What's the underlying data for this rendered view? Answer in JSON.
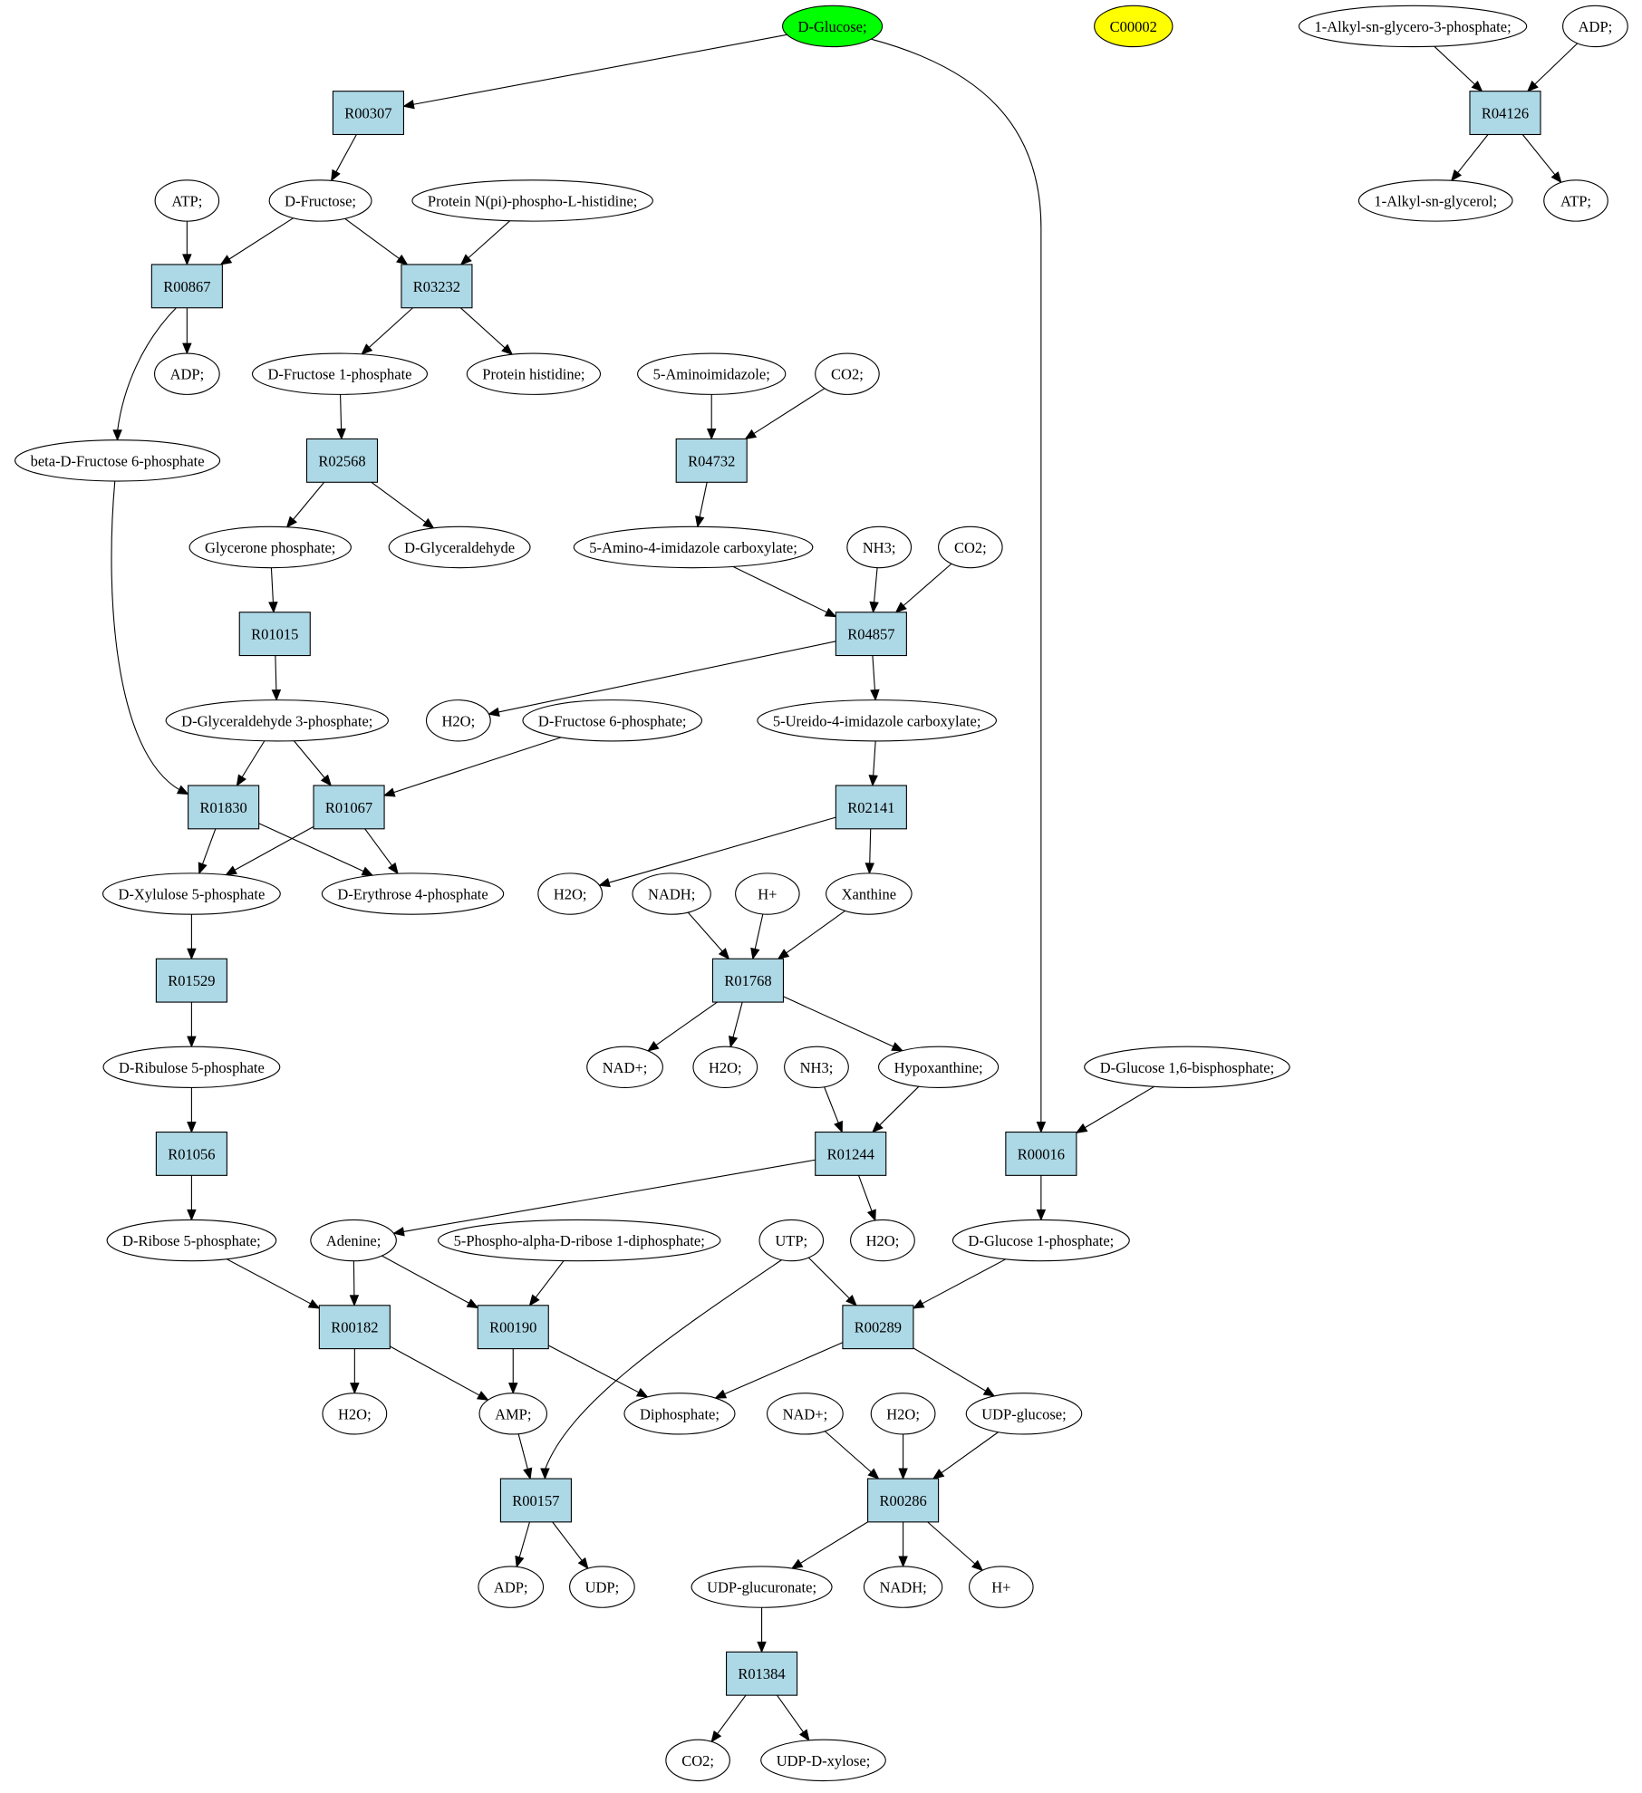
{
  "colors": {
    "background": "#ffffff",
    "compound_fill": "#ffffff",
    "source_fill": "#00ff00",
    "highlight_fill": "#ffff00",
    "reaction_fill": "#add8e6",
    "stroke": "#000000"
  },
  "nodes": [
    {
      "id": "glc",
      "label": "D-Glucose;",
      "kind": "compound",
      "fill": "#00ff00"
    },
    {
      "id": "c00002",
      "label": "C00002",
      "kind": "compound",
      "fill": "#ffff00"
    },
    {
      "id": "alkylg3p",
      "label": "1-Alkyl-sn-glycero-3-phosphate;",
      "kind": "compound"
    },
    {
      "id": "adp_t",
      "label": "ADP;",
      "kind": "compound"
    },
    {
      "id": "R04126",
      "label": "R04126",
      "kind": "reaction"
    },
    {
      "id": "alkylgly",
      "label": "1-Alkyl-sn-glycerol;",
      "kind": "compound"
    },
    {
      "id": "atp_t",
      "label": "ATP;",
      "kind": "compound"
    },
    {
      "id": "R00307",
      "label": "R00307",
      "kind": "reaction"
    },
    {
      "id": "atp1",
      "label": "ATP;",
      "kind": "compound"
    },
    {
      "id": "fru",
      "label": "D-Fructose;",
      "kind": "compound"
    },
    {
      "id": "phis",
      "label": "Protein N(pi)-phospho-L-histidine;",
      "kind": "compound"
    },
    {
      "id": "R00867",
      "label": "R00867",
      "kind": "reaction"
    },
    {
      "id": "R03232",
      "label": "R03232",
      "kind": "reaction"
    },
    {
      "id": "adp1",
      "label": "ADP;",
      "kind": "compound"
    },
    {
      "id": "f1p",
      "label": "D-Fructose 1-phosphate",
      "kind": "compound"
    },
    {
      "id": "prothis",
      "label": "Protein histidine;",
      "kind": "compound"
    },
    {
      "id": "aimid",
      "label": "5-Aminoimidazole;",
      "kind": "compound"
    },
    {
      "id": "co2a",
      "label": "CO2;",
      "kind": "compound"
    },
    {
      "id": "bf6p",
      "label": "beta-D-Fructose 6-phosphate",
      "kind": "compound"
    },
    {
      "id": "R02568",
      "label": "R02568",
      "kind": "reaction"
    },
    {
      "id": "R04732",
      "label": "R04732",
      "kind": "reaction"
    },
    {
      "id": "gnp",
      "label": "Glycerone phosphate;",
      "kind": "compound"
    },
    {
      "id": "gald",
      "label": "D-Glyceraldehyde",
      "kind": "compound"
    },
    {
      "id": "aicarb",
      "label": "5-Amino-4-imidazole carboxylate;",
      "kind": "compound"
    },
    {
      "id": "nh3a",
      "label": "NH3;",
      "kind": "compound"
    },
    {
      "id": "co2b",
      "label": "CO2;",
      "kind": "compound"
    },
    {
      "id": "R01015",
      "label": "R01015",
      "kind": "reaction"
    },
    {
      "id": "R04857",
      "label": "R04857",
      "kind": "reaction"
    },
    {
      "id": "g3p",
      "label": "D-Glyceraldehyde 3-phosphate;",
      "kind": "compound"
    },
    {
      "id": "h2oa",
      "label": "H2O;",
      "kind": "compound"
    },
    {
      "id": "f6p",
      "label": "D-Fructose 6-phosphate;",
      "kind": "compound"
    },
    {
      "id": "ureido",
      "label": "5-Ureido-4-imidazole carboxylate;",
      "kind": "compound"
    },
    {
      "id": "R01830",
      "label": "R01830",
      "kind": "reaction"
    },
    {
      "id": "R01067",
      "label": "R01067",
      "kind": "reaction"
    },
    {
      "id": "R02141",
      "label": "R02141",
      "kind": "reaction"
    },
    {
      "id": "xu5p",
      "label": "D-Xylulose 5-phosphate",
      "kind": "compound"
    },
    {
      "id": "e4p",
      "label": "D-Erythrose 4-phosphate",
      "kind": "compound"
    },
    {
      "id": "h2ob",
      "label": "H2O;",
      "kind": "compound"
    },
    {
      "id": "nadh1",
      "label": "NADH;",
      "kind": "compound"
    },
    {
      "id": "h1",
      "label": "H+",
      "kind": "compound"
    },
    {
      "id": "xan",
      "label": "Xanthine",
      "kind": "compound"
    },
    {
      "id": "R01529",
      "label": "R01529",
      "kind": "reaction"
    },
    {
      "id": "R01768",
      "label": "R01768",
      "kind": "reaction"
    },
    {
      "id": "ru5p",
      "label": "D-Ribulose 5-phosphate",
      "kind": "compound"
    },
    {
      "id": "nad1",
      "label": "NAD+;",
      "kind": "compound"
    },
    {
      "id": "h2oc",
      "label": "H2O;",
      "kind": "compound"
    },
    {
      "id": "nh3b",
      "label": "NH3;",
      "kind": "compound"
    },
    {
      "id": "hyp",
      "label": "Hypoxanthine;",
      "kind": "compound"
    },
    {
      "id": "g16bp",
      "label": "D-Glucose 1,6-bisphosphate;",
      "kind": "compound"
    },
    {
      "id": "R01056",
      "label": "R01056",
      "kind": "reaction"
    },
    {
      "id": "R01244",
      "label": "R01244",
      "kind": "reaction"
    },
    {
      "id": "R00016",
      "label": "R00016",
      "kind": "reaction"
    },
    {
      "id": "r5p",
      "label": "D-Ribose 5-phosphate;",
      "kind": "compound"
    },
    {
      "id": "ade",
      "label": "Adenine;",
      "kind": "compound"
    },
    {
      "id": "prpp",
      "label": "5-Phospho-alpha-D-ribose 1-diphosphate;",
      "kind": "compound"
    },
    {
      "id": "utp",
      "label": "UTP;",
      "kind": "compound"
    },
    {
      "id": "h2od",
      "label": "H2O;",
      "kind": "compound"
    },
    {
      "id": "g1p",
      "label": "D-Glucose 1-phosphate;",
      "kind": "compound"
    },
    {
      "id": "R00182",
      "label": "R00182",
      "kind": "reaction"
    },
    {
      "id": "R00190",
      "label": "R00190",
      "kind": "reaction"
    },
    {
      "id": "R00289",
      "label": "R00289",
      "kind": "reaction"
    },
    {
      "id": "h2oe",
      "label": "H2O;",
      "kind": "compound"
    },
    {
      "id": "amp",
      "label": "AMP;",
      "kind": "compound"
    },
    {
      "id": "ppi",
      "label": "Diphosphate;",
      "kind": "compound"
    },
    {
      "id": "nad2",
      "label": "NAD+;",
      "kind": "compound"
    },
    {
      "id": "h2of",
      "label": "H2O;",
      "kind": "compound"
    },
    {
      "id": "udpg",
      "label": "UDP-glucose;",
      "kind": "compound"
    },
    {
      "id": "R00157",
      "label": "R00157",
      "kind": "reaction"
    },
    {
      "id": "R00286",
      "label": "R00286",
      "kind": "reaction"
    },
    {
      "id": "adp2",
      "label": "ADP;",
      "kind": "compound"
    },
    {
      "id": "udp",
      "label": "UDP;",
      "kind": "compound"
    },
    {
      "id": "udpgluc",
      "label": "UDP-glucuronate;",
      "kind": "compound"
    },
    {
      "id": "nadh2",
      "label": "NADH;",
      "kind": "compound"
    },
    {
      "id": "h2",
      "label": "H+",
      "kind": "compound"
    },
    {
      "id": "R01384",
      "label": "R01384",
      "kind": "reaction"
    },
    {
      "id": "co2c",
      "label": "CO2;",
      "kind": "compound"
    },
    {
      "id": "udpxyl",
      "label": "UDP-D-xylose;",
      "kind": "compound"
    }
  ],
  "edges": [
    [
      "alkylg3p",
      "R04126"
    ],
    [
      "adp_t",
      "R04126"
    ],
    [
      "R04126",
      "alkylgly"
    ],
    [
      "R04126",
      "atp_t"
    ],
    [
      "glc",
      "R00307"
    ],
    [
      "glc",
      "R00016"
    ],
    [
      "R00307",
      "fru"
    ],
    [
      "atp1",
      "R00867"
    ],
    [
      "fru",
      "R00867"
    ],
    [
      "fru",
      "R03232"
    ],
    [
      "phis",
      "R03232"
    ],
    [
      "R00867",
      "adp1"
    ],
    [
      "R00867",
      "bf6p"
    ],
    [
      "R03232",
      "f1p"
    ],
    [
      "R03232",
      "prothis"
    ],
    [
      "f1p",
      "R02568"
    ],
    [
      "R02568",
      "gnp"
    ],
    [
      "R02568",
      "gald"
    ],
    [
      "aimid",
      "R04732"
    ],
    [
      "co2a",
      "R04732"
    ],
    [
      "R04732",
      "aicarb"
    ],
    [
      "gnp",
      "R01015"
    ],
    [
      "R01015",
      "g3p"
    ],
    [
      "aicarb",
      "R04857"
    ],
    [
      "nh3a",
      "R04857"
    ],
    [
      "co2b",
      "R04857"
    ],
    [
      "R04857",
      "h2oa"
    ],
    [
      "R04857",
      "ureido"
    ],
    [
      "bf6p",
      "R01830"
    ],
    [
      "g3p",
      "R01830"
    ],
    [
      "g3p",
      "R01067"
    ],
    [
      "f6p",
      "R01067"
    ],
    [
      "R01830",
      "xu5p"
    ],
    [
      "R01830",
      "e4p"
    ],
    [
      "R01067",
      "xu5p"
    ],
    [
      "R01067",
      "e4p"
    ],
    [
      "ureido",
      "R02141"
    ],
    [
      "R02141",
      "h2ob"
    ],
    [
      "R02141",
      "xan"
    ],
    [
      "nadh1",
      "R01768"
    ],
    [
      "h1",
      "R01768"
    ],
    [
      "xan",
      "R01768"
    ],
    [
      "R01768",
      "nad1"
    ],
    [
      "R01768",
      "h2oc"
    ],
    [
      "R01768",
      "hyp"
    ],
    [
      "xu5p",
      "R01529"
    ],
    [
      "R01529",
      "ru5p"
    ],
    [
      "ru5p",
      "R01056"
    ],
    [
      "R01056",
      "r5p"
    ],
    [
      "nh3b",
      "R01244"
    ],
    [
      "hyp",
      "R01244"
    ],
    [
      "R01244",
      "ade"
    ],
    [
      "R01244",
      "h2od"
    ],
    [
      "g16bp",
      "R00016"
    ],
    [
      "R00016",
      "g1p"
    ],
    [
      "r5p",
      "R00182"
    ],
    [
      "ade",
      "R00182"
    ],
    [
      "ade",
      "R00190"
    ],
    [
      "prpp",
      "R00190"
    ],
    [
      "utp",
      "R00289"
    ],
    [
      "g1p",
      "R00289"
    ],
    [
      "utp",
      "R00157"
    ],
    [
      "R00182",
      "h2oe"
    ],
    [
      "R00182",
      "amp"
    ],
    [
      "R00190",
      "amp"
    ],
    [
      "R00190",
      "ppi"
    ],
    [
      "R00289",
      "ppi"
    ],
    [
      "R00289",
      "udpg"
    ],
    [
      "amp",
      "R00157"
    ],
    [
      "R00157",
      "adp2"
    ],
    [
      "R00157",
      "udp"
    ],
    [
      "nad2",
      "R00286"
    ],
    [
      "h2of",
      "R00286"
    ],
    [
      "udpg",
      "R00286"
    ],
    [
      "R00286",
      "udpgluc"
    ],
    [
      "R00286",
      "nadh2"
    ],
    [
      "R00286",
      "h2"
    ],
    [
      "udpgluc",
      "R01384"
    ],
    [
      "R01384",
      "co2c"
    ],
    [
      "R01384",
      "udpxyl"
    ]
  ]
}
